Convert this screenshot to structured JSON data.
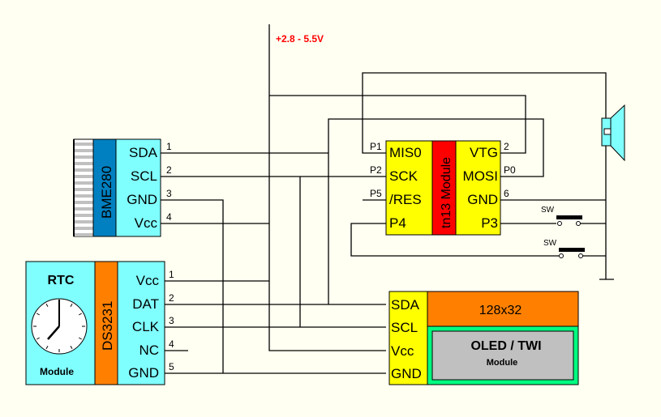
{
  "supply_label": "+2.8 - 5.5V",
  "bme": {
    "name": "BME280",
    "pins": [
      "SDA",
      "SCL",
      "GND",
      "Vcc"
    ],
    "numbers": [
      "1",
      "2",
      "3",
      "4"
    ]
  },
  "rtc": {
    "title": "RTC",
    "chip": "DS3231",
    "subtitle": "Module",
    "pins": [
      "Vcc",
      "DAT",
      "CLK",
      "NC",
      "GND"
    ],
    "numbers": [
      "1",
      "2",
      "3",
      "4",
      "5"
    ]
  },
  "mcu": {
    "name": "tn13 Module",
    "left_pins": [
      "MIS0",
      "SCK",
      "/RES",
      "P4"
    ],
    "left_labels": [
      "P1",
      "P2",
      "P5"
    ],
    "right_pins": [
      "VTG",
      "MOSI",
      "GND",
      "P3"
    ],
    "right_labels": [
      "2",
      "P0",
      "6"
    ]
  },
  "oled": {
    "pins": [
      "SDA",
      "SCL",
      "Vcc",
      "GND"
    ],
    "resolution": "128x32",
    "title": "OLED / TWI",
    "subtitle": "Module"
  },
  "switches": [
    "SW",
    "SW"
  ],
  "colors": {
    "background": "#FFFFF2",
    "cyan": "#80FFFF",
    "blue": "#0080C0",
    "yellow": "#FFFF00",
    "red": "#FF0000",
    "orange": "#FF8000",
    "green": "#00FF80",
    "grey": "#C0C0C0",
    "supply": "#FF0000"
  }
}
